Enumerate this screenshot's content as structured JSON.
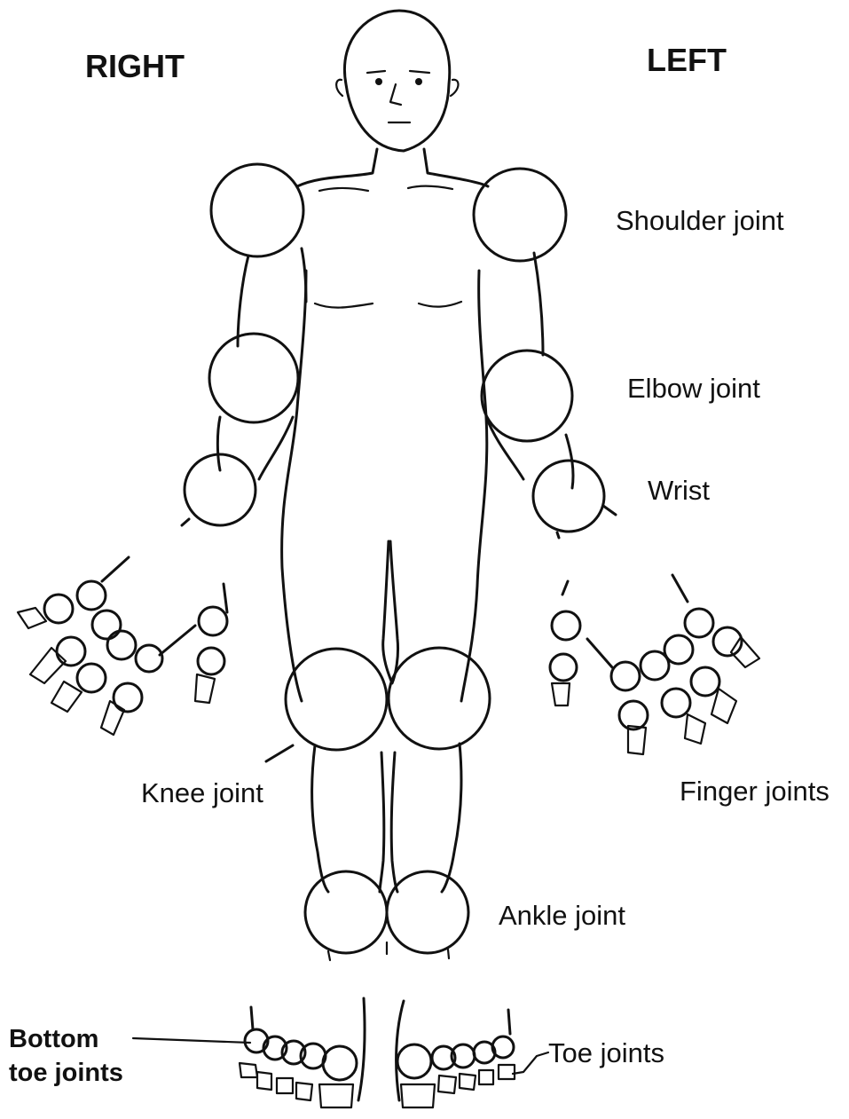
{
  "labels": {
    "right": "RIGHT",
    "left": "LEFT",
    "shoulder": "Shoulder joint",
    "elbow": "Elbow joint",
    "wrist": "Wrist",
    "knee": "Knee joint",
    "finger": "Finger joints",
    "ankle": "Ankle joint",
    "bottom_toe_line1": "Bottom",
    "bottom_toe_line2": "toe joints",
    "toe": "Toe joints"
  },
  "colors": {
    "line": "#111111",
    "background": "#ffffff"
  }
}
